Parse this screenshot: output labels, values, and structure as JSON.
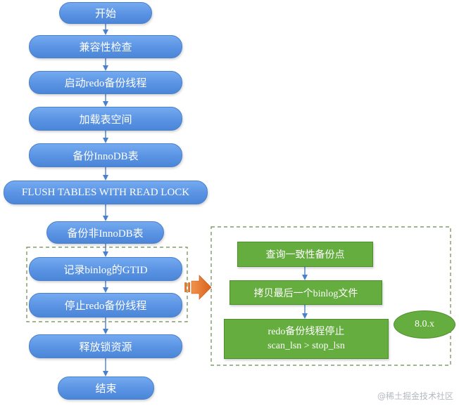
{
  "flow": {
    "start": "开始",
    "compat_check": "兼容性检查",
    "start_redo_thread": "启动redo备份线程",
    "load_tablespace": "加载表空间",
    "backup_innodb": "备份InnoDB表",
    "ftwrl": "FLUSH TABLES WITH READ LOCK",
    "backup_non_innodb": "备份非InnoDB表",
    "record_gtid": "记录binlog的GTID",
    "stop_redo_thread": "停止redo备份线程",
    "release_lock": "释放锁资源",
    "end": "结束"
  },
  "detail": {
    "query_point": "查询一致性备份点",
    "copy_binlog": "拷贝最后一个binlog文件",
    "redo_stop_line1": "redo备份线程停止",
    "redo_stop_line2": "scan_lsn > stop_lsn",
    "version": "8.0.x"
  },
  "watermark": "@稀土掘金技术社区",
  "colors": {
    "pill_blue": "#5a93e3",
    "green": "#66ad3f",
    "arrow_orange": "#e06c1c",
    "dashed_border": "#6a8a4a"
  }
}
